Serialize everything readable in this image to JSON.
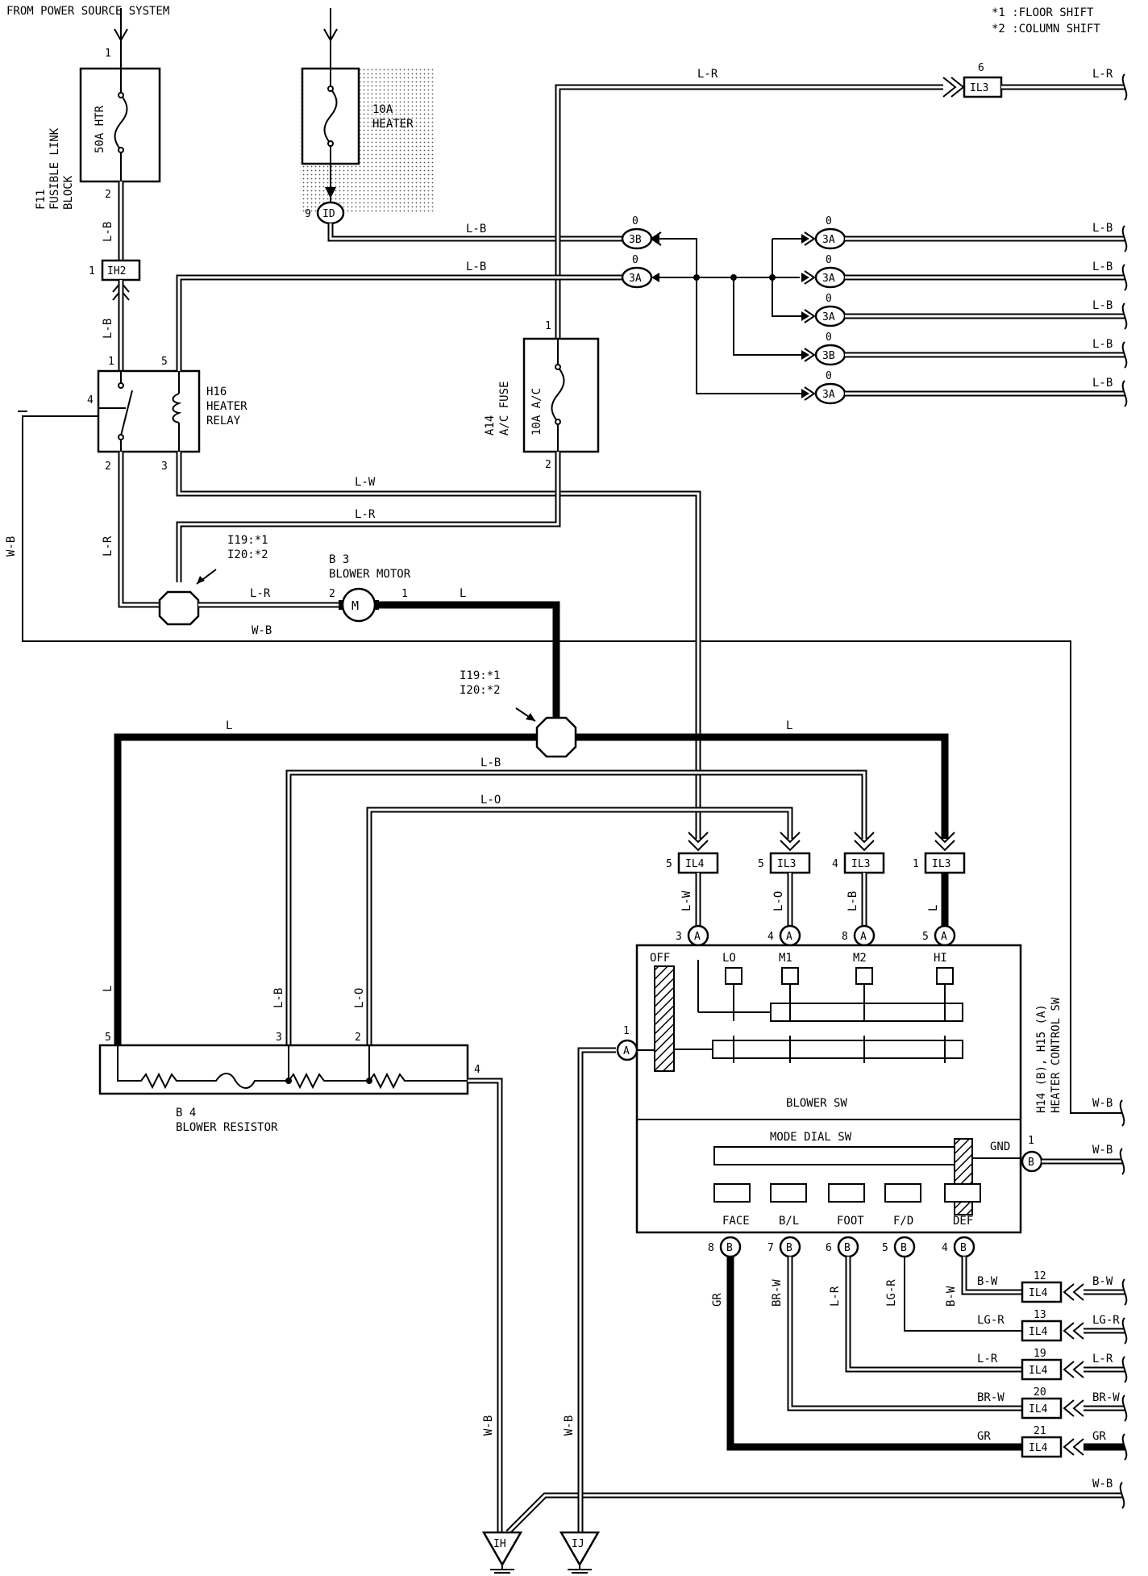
{
  "header": {
    "source": "FROM POWER SOURCE SYSTEM",
    "note1": "*1 :FLOOR SHIFT",
    "note2": "*2 :COLUMN SHIFT"
  },
  "components": {
    "fusible_link": {
      "ref": "F11",
      "name1": "FUSIBLE LINK",
      "name2": "BLOCK",
      "fuse": "50A HTR",
      "pin_in": "1",
      "pin_out": "2"
    },
    "heater_fuse": {
      "fuse1": "10A",
      "fuse2": "HEATER",
      "pin": "9",
      "connector": "ID"
    },
    "heater_relay": {
      "ref": "H16",
      "name1": "HEATER",
      "name2": "RELAY",
      "pin1": "1",
      "pin2": "2",
      "pin3": "3",
      "pin4": "4",
      "pin5": "5"
    },
    "ac_fuse": {
      "ref": "A14",
      "name": "A/C FUSE",
      "fuse": "10A A/C",
      "pin1": "1",
      "pin2": "2"
    },
    "blower_motor": {
      "ref": "B 3",
      "name": "BLOWER MOTOR",
      "symbol": "M",
      "pin1": "1",
      "pin2": "2",
      "junction1": "I19:*1",
      "junction2": "I20:*2"
    },
    "blower_resistor": {
      "ref": "B 4",
      "name": "BLOWER RESISTOR",
      "pin5": "5",
      "pin3": "3",
      "pin2": "2",
      "pin4": "4"
    },
    "heater_control": {
      "ref": "H14 (B), H15 (A)",
      "name": "HEATER CONTROL SW",
      "blower_sw": "BLOWER SW",
      "mode_sw": "MODE DIAL SW",
      "gnd": "GND"
    },
    "ground_ih": "IH",
    "ground_ij": "IJ"
  },
  "connectors": {
    "ih2": "IH2",
    "ih2_pin": "1",
    "il3_top": "IL3",
    "il3_top_pin": "6",
    "c3b": "3B",
    "c3a": "3A",
    "pin0": "0",
    "il4": "IL4",
    "il3": "IL3",
    "a": "A",
    "b": "B"
  },
  "wires": {
    "lr": "L-R",
    "lb": "L-B",
    "lw": "L-W",
    "wb": "W-B",
    "l": "L",
    "lo": "L-O",
    "gr": "GR",
    "brw": "BR-W",
    "lgr": "LG-R",
    "bw": "B-W"
  },
  "switch": {
    "blower_pos": [
      "OFF",
      "LO",
      "M1",
      "M2",
      "HI"
    ],
    "mode_pos": [
      "FACE",
      "B/L",
      "FOOT",
      "F/D",
      "DEF"
    ],
    "blower_pins": [
      "3",
      "4",
      "8",
      "5"
    ],
    "mode_pins": [
      "8",
      "7",
      "6",
      "5",
      "4"
    ],
    "pin_a1": "1",
    "pin_b1": "1",
    "top_pins": [
      "5",
      "5",
      "4",
      "1"
    ],
    "right_pins": [
      "12",
      "13",
      "19",
      "20",
      "21"
    ]
  }
}
